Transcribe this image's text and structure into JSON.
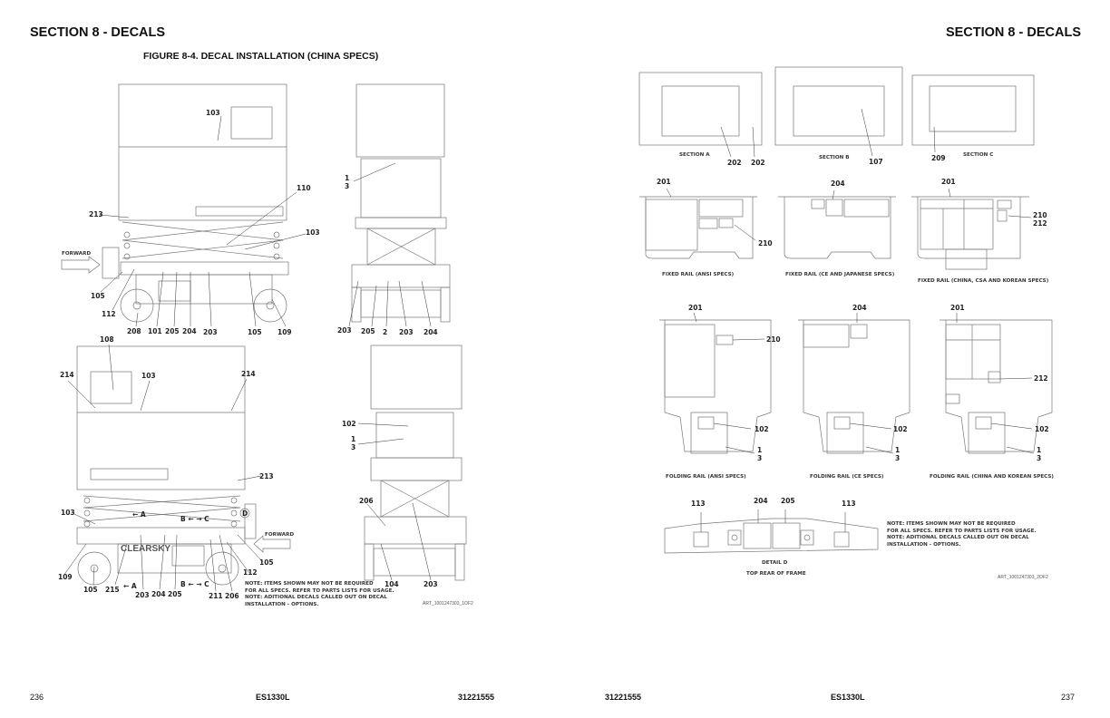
{
  "left_page": {
    "section_title": "SECTION 8 - DECALS",
    "figure_title": "FIGURE 8-4. DECAL INSTALLATION (CHINA SPECS)",
    "side_view_top": {
      "callouts": [
        "103",
        "110",
        "213",
        "103",
        "105",
        "112",
        "208",
        "101",
        "205",
        "204",
        "203",
        "105",
        "109"
      ],
      "forward_label": "FORWARD"
    },
    "front_view_top": {
      "callouts": [
        "1",
        "3",
        "203",
        "205",
        "2",
        "203",
        "204"
      ]
    },
    "side_view_bottom": {
      "callouts": [
        "108",
        "214",
        "103",
        "214",
        "213",
        "103",
        "105",
        "112",
        "109",
        "105",
        "215",
        "203",
        "204",
        "205",
        "211",
        "206"
      ],
      "section_markers": [
        "A",
        "A",
        "B",
        "C",
        "B",
        "C",
        "D"
      ],
      "forward_label": "FORWARD",
      "brand_text": "CLEARSKY"
    },
    "front_view_bottom": {
      "callouts": [
        "102",
        "1",
        "3",
        "206",
        "104",
        "203"
      ]
    },
    "note_lines": [
      "NOTE: ITEMS SHOWN MAY NOT BE REQUIRED",
      "FOR ALL SPECS. REFER TO PARTS LISTS FOR USAGE.",
      "NOTE: ADITIONAL DECALS CALLED OUT ON DECAL",
      "INSTALLATION - OPTIONS."
    ],
    "art_id": "ART_1001247303_1OF2",
    "footer": {
      "page": "236",
      "model": "ES1330L",
      "doc_number": "31221555"
    }
  },
  "right_page": {
    "section_title": "SECTION 8 - DECALS",
    "sections": {
      "captions": [
        "SECTION A",
        "SECTION B",
        "SECTION C"
      ],
      "callouts": [
        "202",
        "202",
        "107",
        "209"
      ]
    },
    "fixed_rails": {
      "captions": [
        "FIXED RAIL (ANSI SPECS)",
        "FIXED RAIL (CE AND JAPANESE SPECS)",
        "FIXED RAIL (CHINA, CSA AND KOREAN SPECS)"
      ],
      "callouts": [
        "201",
        "210",
        "204",
        "201",
        "210",
        "212"
      ]
    },
    "folding_rails": {
      "captions": [
        "FOLDING RAIL (ANSI SPECS)",
        "FOLDING RAIL (CE SPECS)",
        "FOLDING RAIL (CHINA AND KOREAN SPECS)"
      ],
      "callouts": [
        "201",
        "210",
        "102",
        "1",
        "3",
        "204",
        "102",
        "1",
        "3",
        "201",
        "212",
        "102",
        "1",
        "3"
      ]
    },
    "detail_d": {
      "callouts": [
        "113",
        "204",
        "205",
        "113"
      ],
      "title": "DETAIL D",
      "subtitle": "TOP REAR OF FRAME"
    },
    "note_lines": [
      "NOTE: ITEMS SHOWN MAY NOT BE REQUIRED",
      "FOR ALL SPECS. REFER TO PARTS LISTS FOR USAGE.",
      "NOTE: ADITIONAL DECALS CALLED OUT ON DECAL",
      "INSTALLATION - OPTIONS."
    ],
    "art_id": "ART_1001247303_2OF2",
    "footer": {
      "doc_number": "31221555",
      "model": "ES1330L",
      "page": "237"
    }
  }
}
